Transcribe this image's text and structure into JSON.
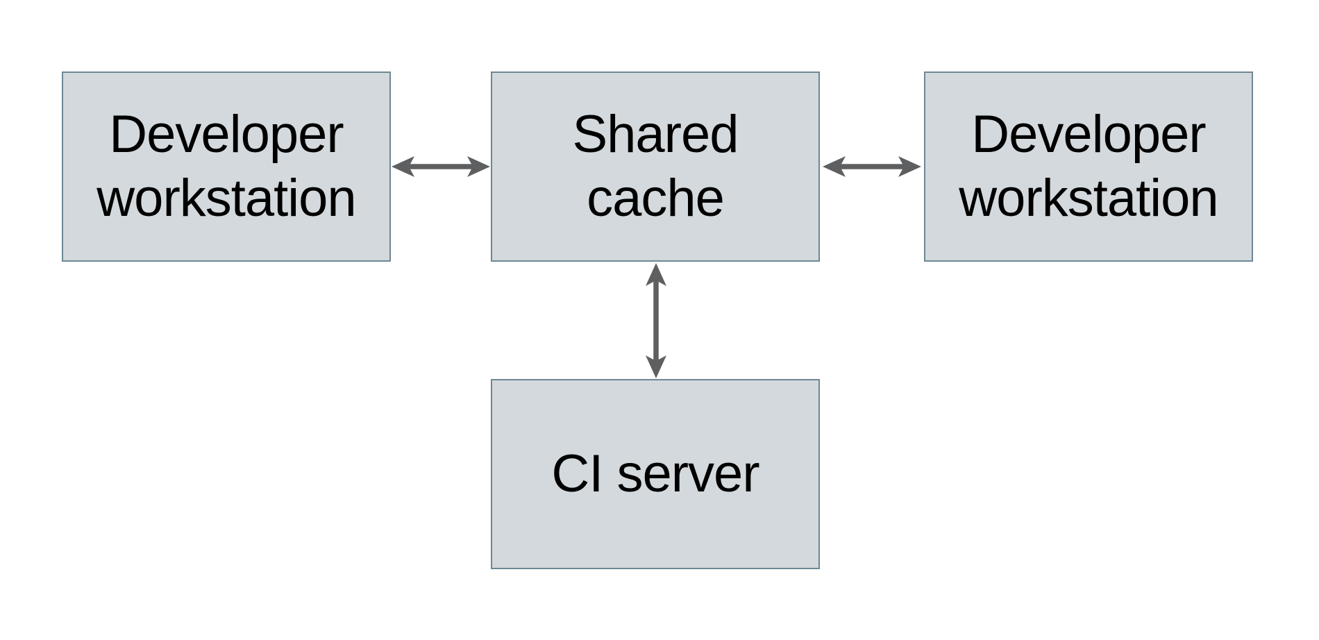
{
  "diagram": {
    "nodes": [
      {
        "id": "developer-workstation-left",
        "label": "Developer\nworkstation"
      },
      {
        "id": "shared-cache",
        "label": "Shared\ncache"
      },
      {
        "id": "developer-workstation-right",
        "label": "Developer\nworkstation"
      },
      {
        "id": "ci-server",
        "label": "CI server"
      }
    ],
    "edges": [
      {
        "from": "developer-workstation-left",
        "to": "shared-cache",
        "type": "bidirectional",
        "orientation": "horizontal"
      },
      {
        "from": "shared-cache",
        "to": "developer-workstation-right",
        "type": "bidirectional",
        "orientation": "horizontal"
      },
      {
        "from": "shared-cache",
        "to": "ci-server",
        "type": "bidirectional",
        "orientation": "vertical"
      }
    ],
    "colors": {
      "node_fill": "#d3d9dc",
      "node_border": "#6e8794",
      "arrow": "#5e5f60",
      "text": "#000000",
      "background": "#ffffff"
    }
  }
}
